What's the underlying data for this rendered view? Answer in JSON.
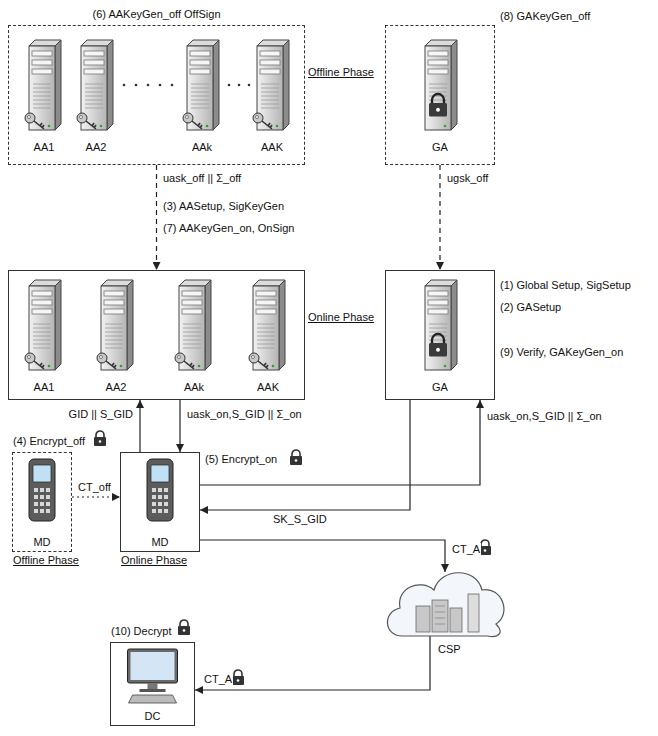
{
  "diagram": {
    "nodes": [
      {
        "text": [
          "(6) AAKeyGen_off OffSign",
          "Offline Phase"
        ]
      },
      {
        "text": [
          "AA1"
        ],
        "in": 0
      },
      {
        "text": [
          "AA2"
        ],
        "in": 0
      },
      {
        "text": [
          "AAk"
        ],
        "in": 0
      },
      {
        "text": [
          "AAK"
        ],
        "in": 0
      },
      {
        "text": [
          "(8) GAKeyGen_off"
        ]
      },
      {
        "text": [
          "GA"
        ],
        "in": 5
      },
      {
        "text": [
          "Online Phase"
        ]
      },
      {
        "text": [
          "AA1"
        ],
        "in": 7
      },
      {
        "text": [
          "AA2"
        ],
        "in": 7
      },
      {
        "text": [
          "AAk"
        ],
        "in": 7
      },
      {
        "text": [
          "AAK"
        ],
        "in": 7
      },
      {
        "text": [
          "(1) Global Setup, SigSetup",
          "(2) GASetup",
          "(9) Verify, GAKeyGen_on"
        ]
      },
      {
        "text": [
          "GA"
        ],
        "in": 12
      },
      {
        "text": [
          "(4) Encrypt_off",
          "MD",
          "Offline Phase"
        ]
      },
      {
        "text": [
          "(5) Encrypt_on",
          "MD",
          "Online Phase"
        ]
      },
      {
        "text": [
          "CSP"
        ]
      },
      {
        "text": [
          "(10) Decrypt",
          "DC"
        ]
      }
    ],
    "edges": [
      {
        "from": 0,
        "to": 7,
        "arrow": "to",
        "label": "uask_off || Σ_off"
      },
      {
        "from": 5,
        "to": 12,
        "arrow": "to",
        "label": "ugsk_off"
      },
      {
        "from": 15,
        "to": 7,
        "arrow": "to",
        "label": "GID || S_GID"
      },
      {
        "from": 7,
        "to": 15,
        "arrow": "to",
        "label": "uask_on,S_GID || Σ_on"
      },
      {
        "from": 15,
        "to": 12,
        "arrow": "to",
        "label": "uask_on,S_GID || Σ_on"
      },
      {
        "from": 12,
        "to": 15,
        "arrow": "to",
        "label": "SK_S_GID"
      },
      {
        "from": 14,
        "to": 15,
        "arrow": "to",
        "label": "CT_off"
      },
      {
        "from": 15,
        "to": 16,
        "arrow": "to",
        "label": "CT_A"
      },
      {
        "from": 16,
        "to": 17,
        "arrow": "to",
        "label": "CT_A"
      }
    ],
    "labels": [
      "(3) AASetup, SigKeyGen",
      "(7) AAKeyGen_on, OnSign"
    ]
  }
}
